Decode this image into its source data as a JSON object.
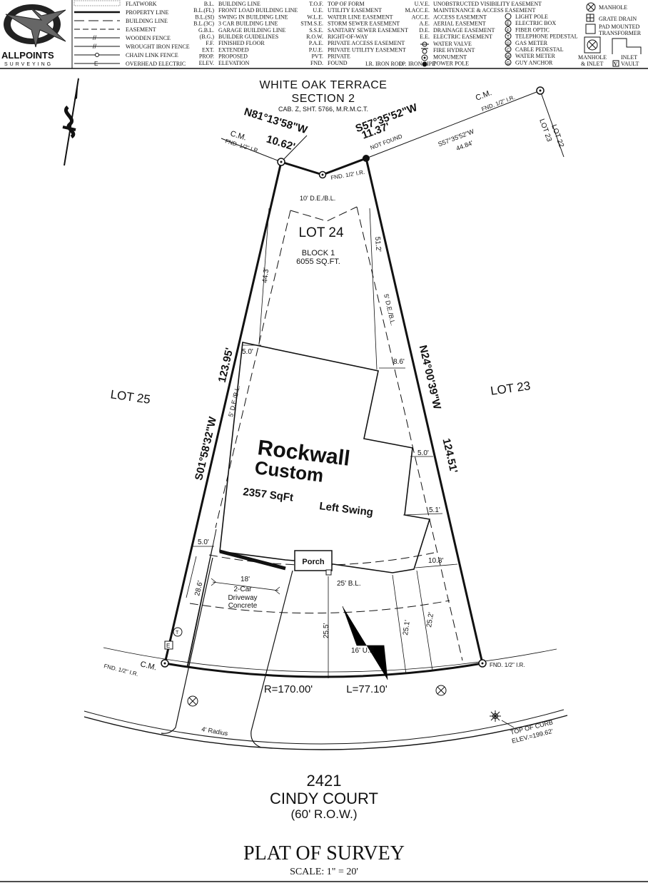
{
  "colors": {
    "ink": "#111111",
    "logo_accent": "#555555",
    "paper": "#ffffff"
  },
  "logo": {
    "name": "ALLPOINTS",
    "sub": "SURVEYING",
    "mark": "star-swoosh-logo"
  },
  "legend": {
    "line_types": [
      "FLATWORK",
      "PROPERTY LINE",
      "BUILDING LINE",
      "EASEMENT",
      "WOODEN FENCE",
      "WROUGHT IRON FENCE",
      "CHAIN LINK FENCE",
      "OVERHEAD ELECTRIC"
    ],
    "abbr_a": [
      {
        "code": "B.L.",
        "desc": "BUILDING LINE"
      },
      {
        "code": "B.L.(FL)",
        "desc": "FRONT LOAD BUILDING LINE"
      },
      {
        "code": "B.L.(SI)",
        "desc": "SWING IN BUILDING LINE"
      },
      {
        "code": "B.L.(3C)",
        "desc": "3 CAR BUILDING LINE"
      },
      {
        "code": "G.B.L.",
        "desc": "GARAGE BUILDING LINE"
      },
      {
        "code": "(B.G.)",
        "desc": "BUILDER GUIDELINES"
      },
      {
        "code": "F.F.",
        "desc": "FINISHED FLOOR"
      },
      {
        "code": "EXT.",
        "desc": "EXTENDED"
      },
      {
        "code": "PROP.",
        "desc": "PROPOSED"
      },
      {
        "code": "ELEV.",
        "desc": "ELEVATION"
      }
    ],
    "abbr_b": [
      {
        "code": "T.O.F.",
        "desc": "TOP OF FORM"
      },
      {
        "code": "U.E.",
        "desc": "UTILITY EASEMENT"
      },
      {
        "code": "W.L.E.",
        "desc": "WATER LINE EASEMENT"
      },
      {
        "code": "STM.S.E.",
        "desc": "STORM SEWER EASEMENT"
      },
      {
        "code": "S.S.E.",
        "desc": "SANITARY SEWER EASEMENT"
      },
      {
        "code": "R.O.W.",
        "desc": "RIGHT-OF-WAY"
      },
      {
        "code": "P.A.E.",
        "desc": "PRIVATE ACCESS EASEMENT"
      },
      {
        "code": "P.U.E.",
        "desc": "PRIVATE UTILITY EASEMENT"
      },
      {
        "code": "PVT.",
        "desc": "PRIVATE"
      },
      {
        "code": "FND.",
        "desc": "FOUND"
      }
    ],
    "abbr_b_extra": [
      {
        "code": "I.R.",
        "desc": "IRON ROD"
      },
      {
        "code": "I.P.",
        "desc": "IRON PIPE"
      }
    ],
    "abbr_c": [
      {
        "code": "U.V.E.",
        "desc": "UNOBSTRUCTED VISIBILITY EASEMENT"
      },
      {
        "code": "M.ACC.E.",
        "desc": "MAINTENANCE & ACCESS EASEMENT"
      },
      {
        "code": "ACC.E.",
        "desc": "ACCESS EASEMENT"
      },
      {
        "code": "A.E.",
        "desc": "AERIAL EASEMENT"
      },
      {
        "code": "D.E.",
        "desc": "DRAINAGE EASEMENT"
      },
      {
        "code": "E.E.",
        "desc": "ELECTRIC EASEMENT"
      }
    ],
    "symbols_c": [
      "WATER VALVE",
      "FIRE HYDRANT",
      "MONUMENT",
      "POWER POLE"
    ],
    "symbols_d": [
      {
        "glyph": "",
        "desc": "LIGHT POLE"
      },
      {
        "glyph": "E",
        "desc": "ELECTRIC BOX"
      },
      {
        "glyph": "F",
        "desc": "FIBER OPTIC"
      },
      {
        "glyph": "T",
        "desc": "TELEPHONE PEDESTAL"
      },
      {
        "glyph": "G",
        "desc": "GAS METER"
      },
      {
        "glyph": "C",
        "desc": "CABLE PEDESTAL"
      },
      {
        "glyph": "W",
        "desc": "WATER METER"
      },
      {
        "glyph": "G",
        "desc": "GUY ANCHOR"
      }
    ],
    "symbols_e": {
      "manhole": "MANHOLE",
      "grate": "GRATE DRAIN",
      "pad1": "PAD MOUNTED",
      "pad2": "TRANSFORMER",
      "mh_inlet1": "MANHOLE",
      "mh_inlet2": "& INLET",
      "inlet1": "INLET",
      "inlet2": "VAULT",
      "inlet_v": "V"
    }
  },
  "plat": {
    "subdivision1": "WHITE OAK TERRACE",
    "subdivision2": "SECTION 2",
    "cabinet": "CAB. Z, SHT. 5766, M.R.M.C.T.",
    "lot": "LOT 24",
    "block": "BLOCK 1",
    "area": "6055 SQ.FT.",
    "lot_left": "LOT 25",
    "lot_right": "LOT 23",
    "lot22": "LOT 22",
    "lot23_small": "LOT 23",
    "bearings": {
      "n81": "N81°13'58\"W",
      "n81_dist": "10.62'",
      "s57": "S57°35'52\"W",
      "s57_dist": "11.37'",
      "s57b": "S57°35'52\"W",
      "s57b_dist": "44.84'",
      "s01": "S01°58'32\"W",
      "s01_dist": "123.95'",
      "n24": "N24°00'39\"W",
      "n24_dist": "124.51'"
    },
    "curve": {
      "r": "R=170.00'",
      "l": "L=77.10'"
    },
    "monuments": {
      "cm": "C.M.",
      "fnd_ir": "FND. 1/2\" I.R.",
      "fnd_ir_short": "FND. 1/2' I.R.",
      "not_found": "NOT FOUND"
    },
    "easements": {
      "de_top": "10' D.E./B.L.",
      "de_right": "5' D.E./B.L.",
      "de_left": "5' D.E./B.L.",
      "bl_front": "25' B.L.",
      "ue": "16' U.E"
    },
    "dims": {
      "d44": "44.3'",
      "d51": "51.2'",
      "d5_left": "5.0'",
      "d86": "8.6'",
      "d5_right": "5.0'",
      "d51b": "5.1'",
      "d108": "10.8'",
      "d5_low": "5.0'",
      "d286": "28.6'",
      "d255": "25.5'",
      "d251": "25.1'",
      "d252": "25.2'",
      "d18": "18'"
    },
    "driveway": [
      "2-Car",
      "Driveway",
      "Concrete"
    ],
    "house": {
      "builder1": "Rockwall",
      "builder2": "Custom",
      "sqft": "2357 SqFt",
      "swing": "Left Swing",
      "porch": "Porch"
    },
    "radius": "4' Radius",
    "curb1": "TOP OF CURB",
    "curb2": "ELEV.=199.62'",
    "address": "2421",
    "street": "CINDY COURT",
    "row": "(60' R.O.W.)",
    "title": "PLAT OF SURVEY",
    "scale": "SCALE: 1\" = 20'"
  }
}
